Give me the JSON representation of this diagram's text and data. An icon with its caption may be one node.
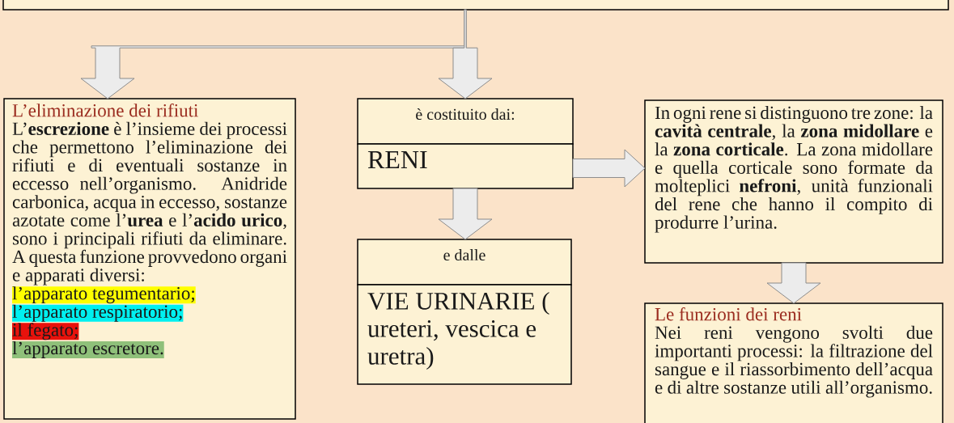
{
  "diagram": {
    "nodes": [
      {
        "text": [],
        "shape": "box"
      },
      {
        "text": [
          "L’eliminazione dei rifiuti",
          "L’**escrezione** è l’insieme dei processi che permettono l’eliminazione dei rifiuti e di eventuali sostanze in eccesso nell’organismo. Anidride carbonica, acqua in eccesso, sostanze azotate come l’**urea** e l’**acido urico**, sono i principali rifiuti da eliminare. A questa funzione provvedono organi e apparati diversi:",
          "l’apparato tegumentario;",
          "l’apparato respiratorio;",
          "il fegato;",
          "l’apparato escretore."
        ]
      },
      {
        "text": [
          "è costituito dai:"
        ]
      },
      {
        "text": [
          "RENI"
        ]
      },
      {
        "text": [
          "e dalle"
        ]
      },
      {
        "text": [
          "VIE URINARIE ( ureteri, vescica e uretra)"
        ]
      },
      {
        "text": [
          "In ogni rene si distinguono tre zone: la **cavità centrale**, la **zona midollare** e la **zona corticale**. La zona midollare e quella corticale sono formate da molteplici **nefroni**, unità funzionali del rene che hanno il compito di produrre l’urina."
        ]
      },
      {
        "text": [
          "Le funzioni dei reni",
          "Nei reni vengono svolti due importanti processi: la filtrazione del sangue e il riassorbimento dell’acqua e di altre sostanze utili all’organismo."
        ]
      }
    ],
    "edges": [
      {
        "from": 0,
        "to": 1,
        "arrow": "to"
      },
      {
        "from": 0,
        "to": 2,
        "arrow": "to"
      },
      {
        "from": 3,
        "to": 4,
        "arrow": "to"
      },
      {
        "from": 3,
        "to": 6,
        "arrow": "to"
      },
      {
        "from": 6,
        "to": 7,
        "arrow": "to"
      }
    ]
  }
}
